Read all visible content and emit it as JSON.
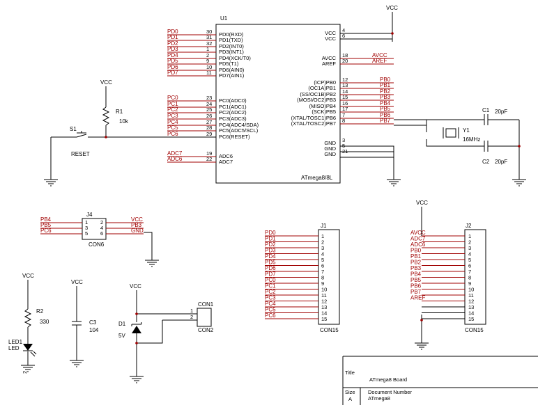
{
  "labels": {
    "vcc": "VCC"
  },
  "u1": {
    "ref": "U1",
    "value": "ATmega8/8L",
    "left_pins": [
      {
        "net": "PD0",
        "num": "30",
        "name": "PD0(RXD)"
      },
      {
        "net": "PD1",
        "num": "31",
        "name": "PD1(TXD)"
      },
      {
        "net": "PD2",
        "num": "32",
        "name": "PD2(INT0)"
      },
      {
        "net": "PD3",
        "num": "1",
        "name": "PD3(INT1)"
      },
      {
        "net": "PD4",
        "num": "2",
        "name": "PD4(XCK/T0)"
      },
      {
        "net": "PD5",
        "num": "9",
        "name": "PD5(T1)"
      },
      {
        "net": "PD6",
        "num": "10",
        "name": "PD6(AIN0)"
      },
      {
        "net": "PD7",
        "num": "11",
        "name": "PD7(AIN1)"
      },
      {
        "net": "PC0",
        "num": "23",
        "name": "PC0(ADC0)"
      },
      {
        "net": "PC1",
        "num": "24",
        "name": "PC1(ADC1)"
      },
      {
        "net": "PC2",
        "num": "25",
        "name": "PC2(ADC2)"
      },
      {
        "net": "PC3",
        "num": "26",
        "name": "PC3(ADC3)"
      },
      {
        "net": "PC4",
        "num": "27",
        "name": "PC4(ADC4/SDA)"
      },
      {
        "net": "PC5",
        "num": "28",
        "name": "PC5(ADC5/SCL)"
      },
      {
        "net": "PC6",
        "num": "29",
        "name": "PC6(RESET)"
      },
      {
        "net": "ADC7",
        "num": "19",
        "name": "ADC6"
      },
      {
        "net": "ADC6",
        "num": "22",
        "name": "ADC7"
      }
    ],
    "right_pins": [
      {
        "net": "",
        "num": "4",
        "name": "VCC"
      },
      {
        "net": "",
        "num": "6",
        "name": "VCC"
      },
      {
        "net": "AVCC",
        "num": "18",
        "name": "AVCC"
      },
      {
        "net": "AREF",
        "num": "20",
        "name": "AREF"
      },
      {
        "net": "PB0",
        "num": "12",
        "name": "(ICP)PB0"
      },
      {
        "net": "PB1",
        "num": "13",
        "name": "(OC1A)PB1"
      },
      {
        "net": "PB2",
        "num": "14",
        "name": "(SS/OC1B)PB2"
      },
      {
        "net": "PB3",
        "num": "15",
        "name": "(MOSI/OC2)PB3"
      },
      {
        "net": "PB4",
        "num": "16",
        "name": "(MISO)PB4"
      },
      {
        "net": "PB5",
        "num": "17",
        "name": "(SCK)PB5"
      },
      {
        "net": "PB6",
        "num": "7",
        "name": "(XTAL/TOSC1)PB6"
      },
      {
        "net": "PB7",
        "num": "8",
        "name": "(XTAL/TOSC2)PB7"
      },
      {
        "net": "",
        "num": "3",
        "name": "GND"
      },
      {
        "net": "",
        "num": "5",
        "name": "GND"
      },
      {
        "net": "",
        "num": "21",
        "name": "GND"
      }
    ]
  },
  "y1": {
    "ref": "Y1",
    "value": "16MHz"
  },
  "c1": {
    "ref": "C1",
    "value": "20pF"
  },
  "c2": {
    "ref": "C2",
    "value": "20pF"
  },
  "r1": {
    "ref": "R1",
    "value": "10k"
  },
  "s1": {
    "ref": "S1",
    "value": "RESET"
  },
  "j4": {
    "ref": "J4",
    "value": "CON6",
    "rows": [
      {
        "left_net": "PB4",
        "left_num": "1",
        "right_num": "2",
        "right_net": "VCC"
      },
      {
        "left_net": "PB5",
        "left_num": "3",
        "right_num": "4",
        "right_net": "PB3"
      },
      {
        "left_net": "PC6",
        "left_num": "5",
        "right_num": "6",
        "right_net": "GND"
      }
    ]
  },
  "r2": {
    "ref": "R2",
    "value": "330"
  },
  "led1": {
    "ref": "LED1",
    "value": "LED",
    "pin": "2"
  },
  "c3": {
    "ref": "C3",
    "value": "104"
  },
  "d1": {
    "ref": "D1",
    "value": "5V"
  },
  "con1": {
    "ref": "CON1",
    "value": "CON2",
    "pin1": "1",
    "pin2": "2"
  },
  "j1": {
    "ref": "J1",
    "value": "CON15",
    "nets": [
      "PD0",
      "PD1",
      "PD2",
      "PD3",
      "PD4",
      "PD5",
      "PD6",
      "PD7",
      "PC0",
      "PC1",
      "PC2",
      "PC3",
      "PC4",
      "PC5",
      "PC6"
    ]
  },
  "j2": {
    "ref": "J2",
    "value": "CON15",
    "nets": [
      "AVCC",
      "ADC7",
      "ADC6",
      "PB0",
      "PB1",
      "PB2",
      "PB3",
      "PB4",
      "PB5",
      "PB6",
      "PB7",
      "AREF",
      "",
      "",
      ""
    ]
  },
  "titleblock": {
    "title_label": "Title",
    "title": "ATmega8 Board",
    "size_label": "Size",
    "size": "A",
    "docnum_label": "Document Number",
    "docnum": "ATmega8"
  }
}
